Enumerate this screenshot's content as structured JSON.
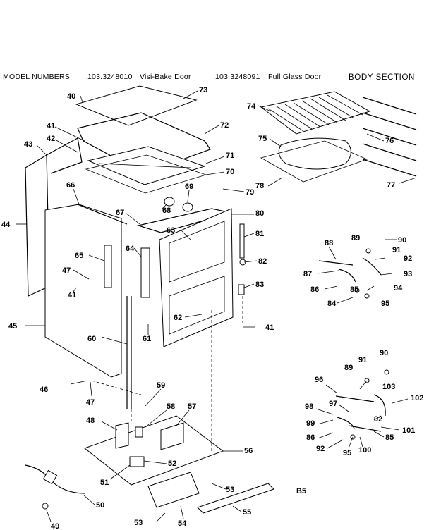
{
  "header": {
    "model_numbers_label": "MODEL NUMBERS",
    "model_1": "103.3248010",
    "model_1_desc": "Visi-Bake Door",
    "model_2": "103.3248091",
    "model_2_desc": "Full Glass Door",
    "section_title": "BODY SECTION"
  },
  "footer_code": "B5",
  "part_labels": [
    {
      "id": "p40",
      "text": "40"
    },
    {
      "id": "p73",
      "text": "73"
    },
    {
      "id": "p74",
      "text": "74"
    },
    {
      "id": "p41a",
      "text": "41"
    },
    {
      "id": "p72",
      "text": "72"
    },
    {
      "id": "p43",
      "text": "43"
    },
    {
      "id": "p42",
      "text": "42"
    },
    {
      "id": "p75",
      "text": "75"
    },
    {
      "id": "p76",
      "text": "76"
    },
    {
      "id": "p71",
      "text": "71"
    },
    {
      "id": "p70",
      "text": "70"
    },
    {
      "id": "p78",
      "text": "78"
    },
    {
      "id": "p77",
      "text": "77"
    },
    {
      "id": "p66",
      "text": "66"
    },
    {
      "id": "p69",
      "text": "69"
    },
    {
      "id": "p79",
      "text": "79"
    },
    {
      "id": "p68",
      "text": "68"
    },
    {
      "id": "p67",
      "text": "67"
    },
    {
      "id": "p80",
      "text": "80"
    },
    {
      "id": "p44",
      "text": "44"
    },
    {
      "id": "p63",
      "text": "63"
    },
    {
      "id": "p81",
      "text": "81"
    },
    {
      "id": "p89a",
      "text": "89"
    },
    {
      "id": "p90a",
      "text": "90"
    },
    {
      "id": "p88",
      "text": "88"
    },
    {
      "id": "p91a",
      "text": "91"
    },
    {
      "id": "p64",
      "text": "64"
    },
    {
      "id": "p65",
      "text": "65"
    },
    {
      "id": "p82",
      "text": "82"
    },
    {
      "id": "p92a",
      "text": "92"
    },
    {
      "id": "p87",
      "text": "87"
    },
    {
      "id": "p93",
      "text": "93"
    },
    {
      "id": "p47a",
      "text": "47"
    },
    {
      "id": "p83",
      "text": "83"
    },
    {
      "id": "p86a",
      "text": "86"
    },
    {
      "id": "p85a",
      "text": "85"
    },
    {
      "id": "p94",
      "text": "94"
    },
    {
      "id": "p84",
      "text": "84"
    },
    {
      "id": "p95a",
      "text": "95"
    },
    {
      "id": "p41b",
      "text": "41"
    },
    {
      "id": "p62",
      "text": "62"
    },
    {
      "id": "p61",
      "text": "61"
    },
    {
      "id": "p45",
      "text": "45"
    },
    {
      "id": "p41c",
      "text": "41"
    },
    {
      "id": "p60",
      "text": "60"
    },
    {
      "id": "p90b",
      "text": "90"
    },
    {
      "id": "p91b",
      "text": "91"
    },
    {
      "id": "p89b",
      "text": "89"
    },
    {
      "id": "p96",
      "text": "96"
    },
    {
      "id": "p103",
      "text": "103"
    },
    {
      "id": "p46",
      "text": "46"
    },
    {
      "id": "p59",
      "text": "59"
    },
    {
      "id": "p102",
      "text": "102"
    },
    {
      "id": "p47b",
      "text": "47"
    },
    {
      "id": "p97",
      "text": "97"
    },
    {
      "id": "p98",
      "text": "98"
    },
    {
      "id": "p92b",
      "text": "92"
    },
    {
      "id": "p58",
      "text": "58"
    },
    {
      "id": "p57",
      "text": "57"
    },
    {
      "id": "p48",
      "text": "48"
    },
    {
      "id": "p99",
      "text": "99"
    },
    {
      "id": "p101",
      "text": "101"
    },
    {
      "id": "p86b",
      "text": "86"
    },
    {
      "id": "p85b",
      "text": "85"
    },
    {
      "id": "p92c",
      "text": "92"
    },
    {
      "id": "p95b",
      "text": "95"
    },
    {
      "id": "p100",
      "text": "100"
    },
    {
      "id": "p56",
      "text": "56"
    },
    {
      "id": "p52",
      "text": "52"
    },
    {
      "id": "p51",
      "text": "51"
    },
    {
      "id": "p53a",
      "text": "53"
    },
    {
      "id": "p50",
      "text": "50"
    },
    {
      "id": "p55",
      "text": "55"
    },
    {
      "id": "p49",
      "text": "49"
    },
    {
      "id": "p53b",
      "text": "53"
    },
    {
      "id": "p54",
      "text": "54"
    }
  ]
}
